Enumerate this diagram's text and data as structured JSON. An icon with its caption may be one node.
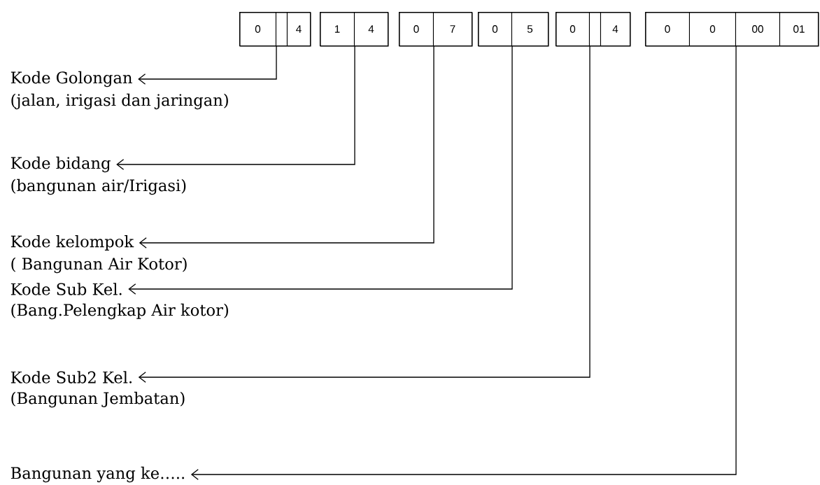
{
  "diagram": {
    "nodes": [
      {
        "text": [],
        "shape": "box"
      },
      {
        "text": [
          "0"
        ],
        "in": 0
      },
      {
        "text": [],
        "shape": "box",
        "in": 0
      },
      {
        "text": [
          "4"
        ],
        "in": 0
      },
      {
        "text": [],
        "shape": "box"
      },
      {
        "text": [
          "1"
        ],
        "in": 4
      },
      {
        "text": [
          "4"
        ],
        "in": 4
      },
      {
        "text": [],
        "shape": "box"
      },
      {
        "text": [
          "0"
        ],
        "in": 7
      },
      {
        "text": [
          "7"
        ],
        "in": 7
      },
      {
        "text": [],
        "shape": "box"
      },
      {
        "text": [
          "0"
        ],
        "in": 10
      },
      {
        "text": [
          "5"
        ],
        "in": 10
      },
      {
        "text": [],
        "shape": "box"
      },
      {
        "text": [
          "0"
        ],
        "in": 13
      },
      {
        "text": [],
        "shape": "box",
        "in": 13
      },
      {
        "text": [
          "4"
        ],
        "in": 13
      },
      {
        "text": [],
        "shape": "box"
      },
      {
        "text": [
          "0"
        ],
        "in": 17
      },
      {
        "text": [
          "0"
        ],
        "in": 17
      },
      {
        "text": [
          "00"
        ],
        "in": 17
      },
      {
        "text": [
          "01"
        ],
        "in": 17
      },
      {
        "text": [
          "Kode Golongan"
        ],
        "beside": [
          "(jalan, irigasi dan jaringan)"
        ]
      },
      {
        "text": [
          "Kode bidang"
        ],
        "beside": [
          "(bangunan air/Irigasi)"
        ]
      },
      {
        "text": [
          "Kode kelompok"
        ],
        "beside": [
          "( Bangunan Air Kotor)"
        ]
      },
      {
        "text": [
          "Kode Sub Kel."
        ],
        "beside": [
          "(Bang.Pelengkap Air kotor)"
        ]
      },
      {
        "text": [
          "Kode Sub2 Kel."
        ],
        "beside": [
          "(Bangunan Jembatan)"
        ]
      },
      {
        "text": [
          "Bangunan yang ke….."
        ]
      }
    ],
    "edges": [
      {
        "from": 0,
        "to": 22,
        "arrow": "to"
      },
      {
        "from": 4,
        "to": 23,
        "arrow": "to"
      },
      {
        "from": 7,
        "to": 24,
        "arrow": "to"
      },
      {
        "from": 10,
        "to": 25,
        "arrow": "to"
      },
      {
        "from": 13,
        "to": 26,
        "arrow": "to"
      },
      {
        "from": 17,
        "to": 27,
        "arrow": "to"
      }
    ]
  }
}
